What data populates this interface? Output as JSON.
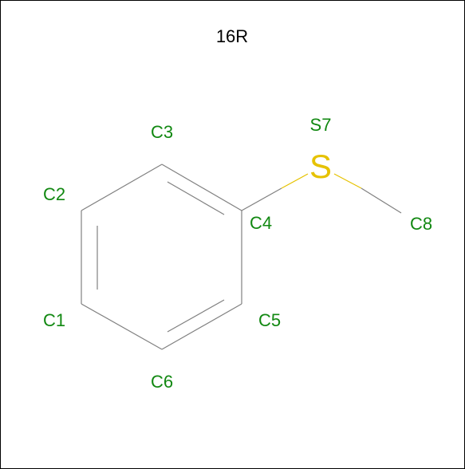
{
  "title": "16R",
  "colors": {
    "carbon_label": "#118811",
    "sulfur": "#e6c200",
    "bond": "#808080",
    "title": "#000000"
  },
  "sulfur_symbol": "S",
  "atoms": [
    {
      "id": "C1",
      "label": "C1"
    },
    {
      "id": "C2",
      "label": "C2"
    },
    {
      "id": "C3",
      "label": "C3"
    },
    {
      "id": "C4",
      "label": "C4"
    },
    {
      "id": "C5",
      "label": "C5"
    },
    {
      "id": "C6",
      "label": "C6"
    },
    {
      "id": "S7",
      "label": "S7"
    },
    {
      "id": "C8",
      "label": "C8"
    }
  ]
}
